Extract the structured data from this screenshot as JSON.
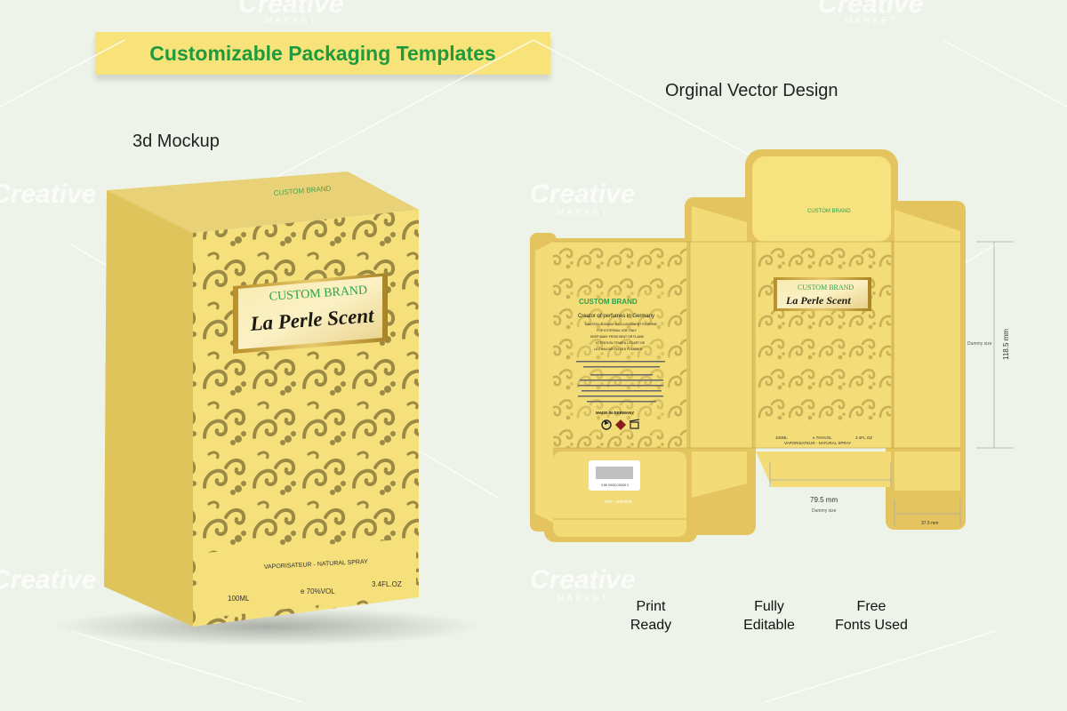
{
  "banner": {
    "title": "Customizable Packaging Templates"
  },
  "labels": {
    "mockup": "3d Mockup",
    "vector": "Orginal Vector Design"
  },
  "box3d": {
    "top_brand": "CUSTOM BRAND",
    "brand": "CUSTOM BRAND",
    "product": "La Perle Scent",
    "spray": "VAPORISATEUR - NATURAL SPRAY",
    "volume_ml": "100ML",
    "alcohol": "e 70%VOL",
    "volume_oz": "3.4FL.OZ"
  },
  "dieline": {
    "top_brand": "CUSTOM BRAND",
    "brand": "CUSTOM BRAND",
    "product": "La Perle Scent",
    "side_brand": "CUSTOM BRAND",
    "side_line1": "Creator of perfumes in Germany",
    "side_lines": [
      "CAUTION: A USAGE EXCLUSIVEMENT EXTERNE",
      "FOR EXTERNAL USE ONLY",
      "KEEP AWAY FROM HEAT OR FLAME.",
      "ATTENTION TENIR A L'ECART DE",
      "LA CHALEUR OU DES FLAMMES."
    ],
    "made_in": "MADE IN GERMANY",
    "spray": "VAPORISATEUR - NATURAL SPRAY",
    "volume_ml": "100ML",
    "alcohol": "e 70%VOL",
    "volume_oz": "3.4FL.OZ",
    "barcode_numbers": "0  85  00000  00000  0",
    "ref": "REF : 0000000",
    "dimensions": {
      "height": "118.5 mm",
      "height_caption": "Dummy size",
      "width": "79.5 mm",
      "width_caption": "Dummy size",
      "depth": "37.5 mm"
    }
  },
  "features": [
    {
      "line1": "Print",
      "line2": "Ready"
    },
    {
      "line1": "Fully",
      "line2": "Editable"
    },
    {
      "line1": "Free",
      "line2": "Fonts Used"
    }
  ],
  "watermark": {
    "brand": "Creative",
    "sub": "MARKET"
  },
  "colors": {
    "background": "#eef3e9",
    "banner": "#f7e37a",
    "banner_text": "#1f9a3c",
    "box_front": "#f6e07c",
    "box_side": "#e0c65a",
    "dieline_outline": "#e3c45e",
    "pattern": "#9b8a45",
    "label_gold": "#c8a23a"
  }
}
